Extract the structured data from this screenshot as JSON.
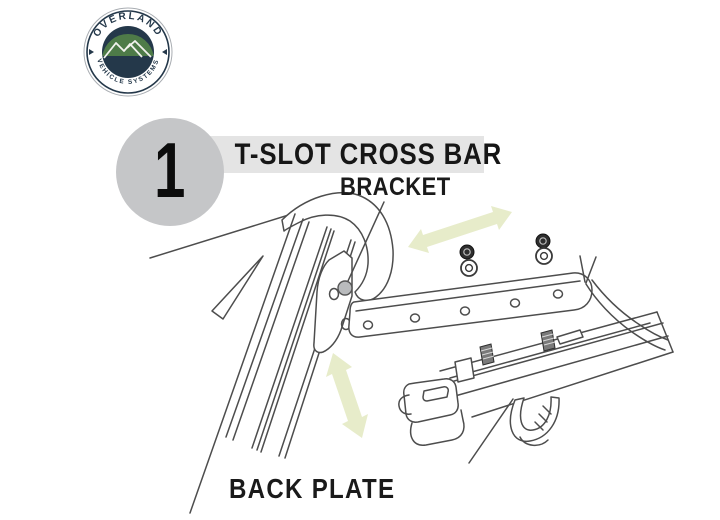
{
  "logo": {
    "arc_top": "OVERLAND",
    "arc_bottom": "VEHICLE SYSTEMS"
  },
  "step": {
    "number": "1",
    "title": "T-SLOT CROSS BAR"
  },
  "callouts": {
    "bracket": "BRACKET",
    "back_plate": "BACK PLATE"
  },
  "colors": {
    "arrow_green": "#e7ecca",
    "step_circle_gray": "#c5c6c8",
    "title_band_gray": "#e4e4e4",
    "line_dark": "#4d4d4d",
    "hardware_dark": "#2e2e2e",
    "dot_gray": "#b9bbbd",
    "logo_green": "#4e7b48",
    "logo_navy": "#24384a"
  }
}
